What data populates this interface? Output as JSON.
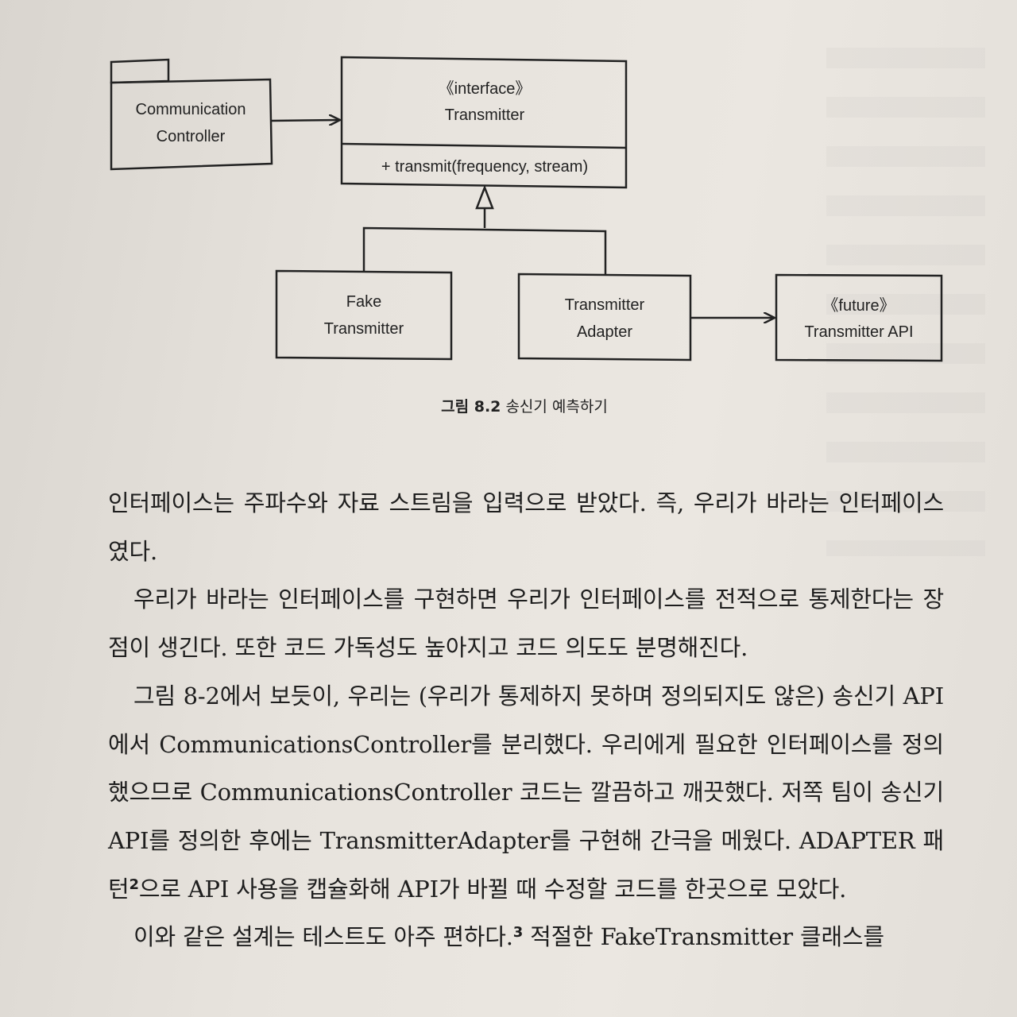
{
  "diagram": {
    "communication_controller": {
      "line1": "Communication",
      "line2": "Controller"
    },
    "transmitter_interface": {
      "stereotype": "《interface》",
      "name": "Transmitter",
      "operation": "+ transmit(frequency, stream)"
    },
    "fake_transmitter": {
      "line1": "Fake",
      "line2": "Transmitter"
    },
    "transmitter_adapter": {
      "line1": "Transmitter",
      "line2": "Adapter"
    },
    "future_api": {
      "stereotype": "《future》",
      "name": "Transmitter API"
    }
  },
  "caption": {
    "label": "그림 8.2",
    "title": "송신기 예측하기"
  },
  "body": {
    "p1": "인터페이스는 주파수와 자료 스트림을 입력으로 받았다. 즉, 우리가 바라는 인터페이스였다.",
    "p2": "우리가 바라는 인터페이스를 구현하면 우리가 인터페이스를 전적으로 통제한다는 장점이 생긴다. 또한 코드 가독성도 높아지고 코드 의도도 분명해진다.",
    "p3": "그림 8-2에서 보듯이, 우리는 (우리가 통제하지 못하며 정의되지도 않은) 송신기 API에서 CommunicationsController를 분리했다. 우리에게 필요한 인터페이스를 정의했으므로 CommunicationsController 코드는 깔끔하고 깨끗했다. 저쪽 팀이 송신기 API를 정의한 후에는 TransmitterAdapter를 구현해 간극을 메웠다. ADAPTER 패턴",
    "p3_note": "2",
    "p3_tail": "으로 API 사용을 캡슐화해 API가 바뀔 때 수정할 코드를 한곳으로 모았다.",
    "p4": "이와 같은 설계는 테스트도 아주 편하다.",
    "p4_note": "3",
    "p4_tail": " 적절한 FakeTransmitter 클래스를"
  }
}
